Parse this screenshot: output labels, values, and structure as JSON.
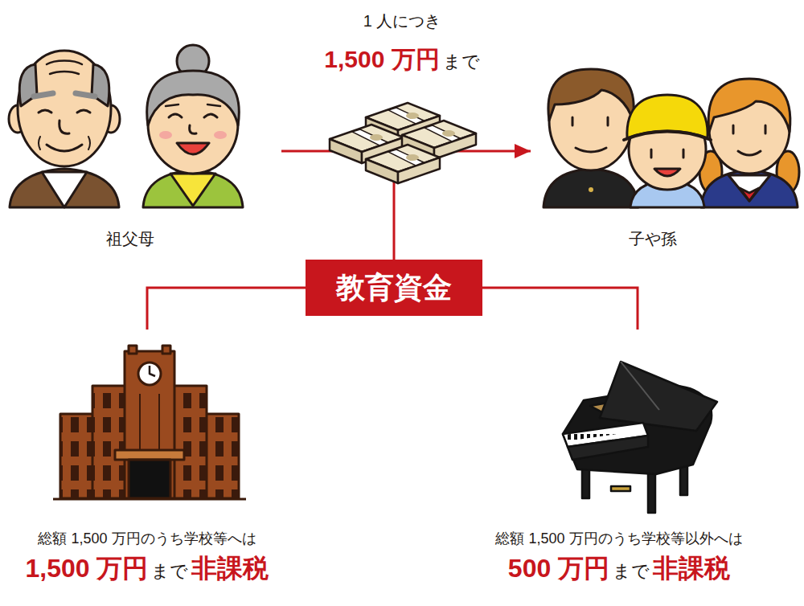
{
  "diagram": {
    "nodes": [
      {
        "text": [
          "祖父母"
        ]
      },
      {
        "text": [
          "子や孫"
        ]
      },
      {
        "text": [
          "教育資金"
        ]
      },
      {
        "text": [
          "総額 1,500 万円のうち学校等へは",
          "1,500 万円",
          "まで",
          "非課税"
        ]
      },
      {
        "text": [
          "総額 1,500 万円のうち学校等以外へは",
          "500 万円",
          "まで",
          "非課税"
        ]
      }
    ],
    "edges": [
      {
        "from": 0,
        "to": 1,
        "arrow": "to"
      },
      {
        "from": 2,
        "to": 3,
        "arrow": "none"
      },
      {
        "from": 2,
        "to": 4,
        "arrow": "none"
      }
    ],
    "labels": [
      "1 人につき",
      "1,500 万円",
      "まで"
    ]
  }
}
